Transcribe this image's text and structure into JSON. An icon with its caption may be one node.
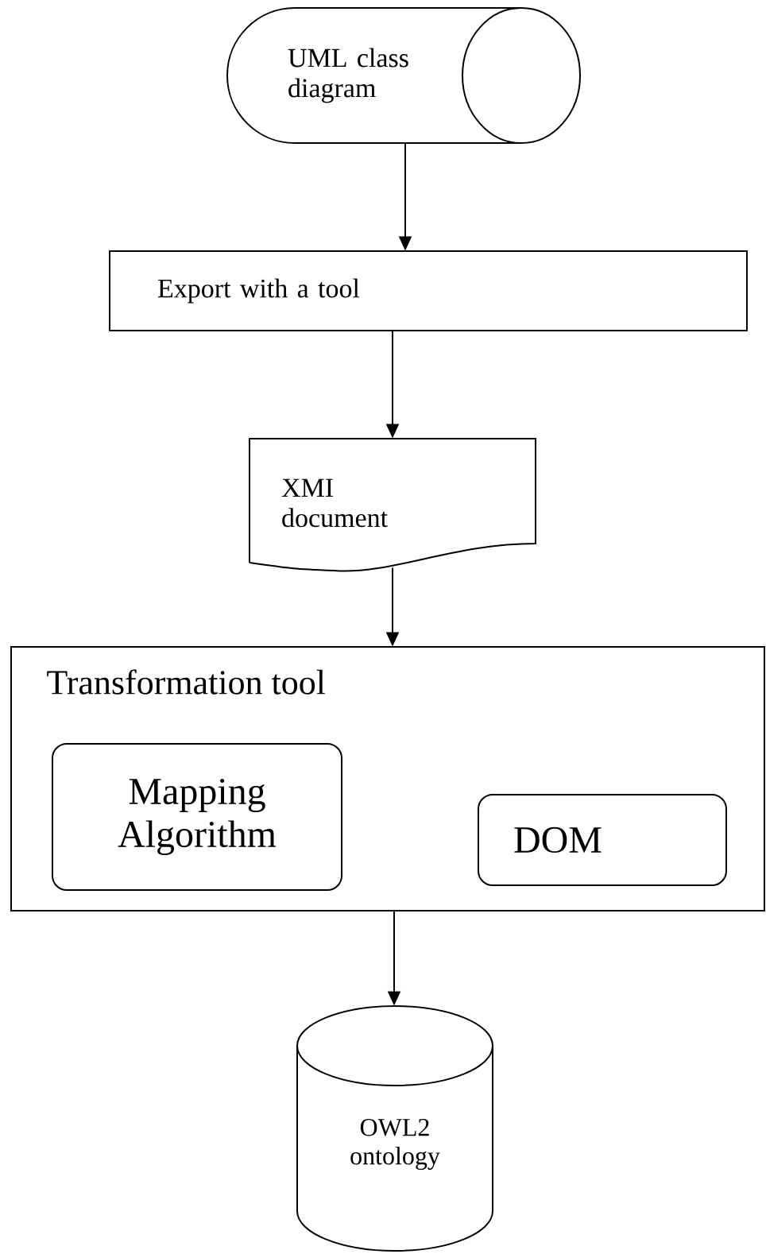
{
  "diagram": {
    "nodes": [
      {
        "text": [
          "UML class diagram"
        ]
      },
      {
        "text": [
          "Export with a tool"
        ]
      },
      {
        "text": [
          "XMI document"
        ]
      },
      {
        "text": [
          "Transformation tool"
        ]
      },
      {
        "text": [
          "Mapping Algorithm"
        ],
        "in": 3
      },
      {
        "text": [
          "DOM"
        ],
        "in": 3
      },
      {
        "text": [
          "OWL2 ontology"
        ]
      }
    ],
    "edges": [
      {
        "from": 0,
        "to": 1,
        "arrow": "to"
      },
      {
        "from": 1,
        "to": 2,
        "arrow": "to"
      },
      {
        "from": 2,
        "to": 3,
        "arrow": "to"
      },
      {
        "from": 3,
        "to": 6,
        "arrow": "to"
      }
    ]
  }
}
